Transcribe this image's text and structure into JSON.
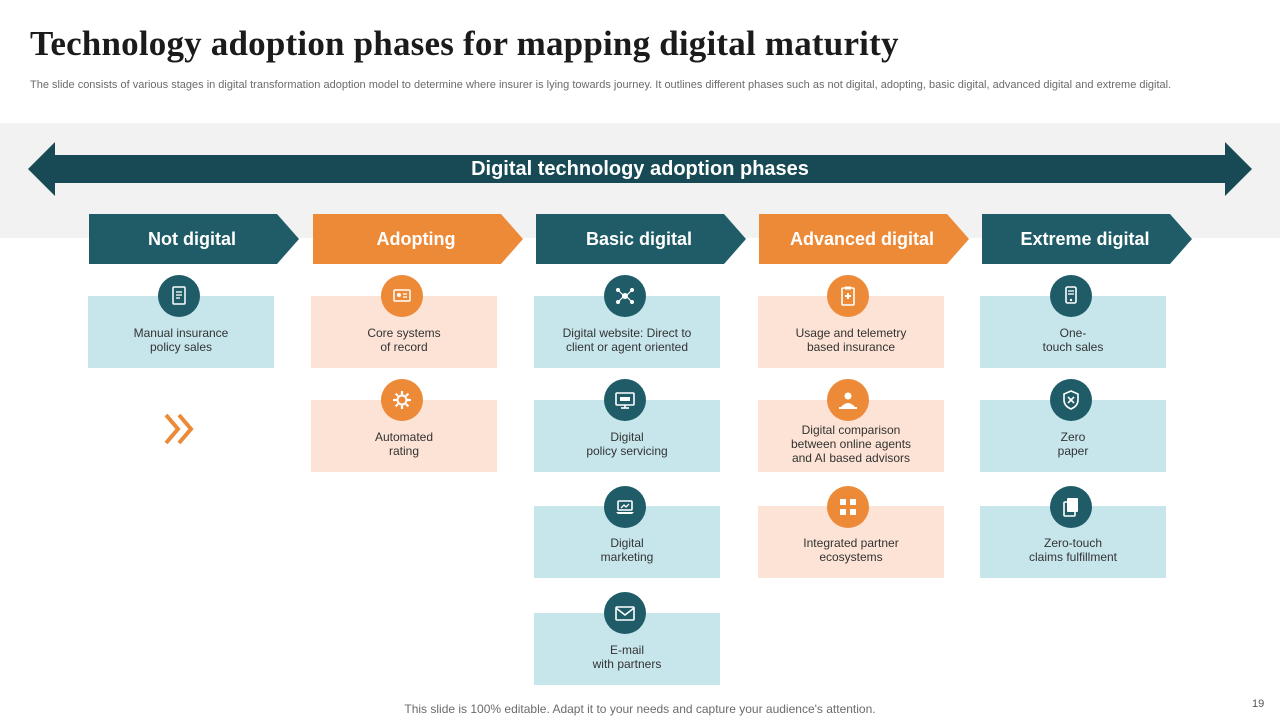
{
  "slide": {
    "title": "Technology adoption phases for mapping digital maturity",
    "subtitle": "The slide consists of various stages in digital transformation adoption model to determine where insurer is lying towards journey. It outlines different phases such as not digital, adopting, basic digital, advanced digital and extreme digital.",
    "banner": "Digital technology adoption phases",
    "footer": "This slide is 100% editable. Adapt it to your needs and capture your audience's attention.",
    "page_number": "19"
  },
  "colors": {
    "teal": "#1f5c68",
    "orange": "#ec8a37",
    "teal_light": "#c7e6ec",
    "orange_light": "#fce3d5",
    "banner": "#174a55"
  },
  "phases": [
    {
      "label": "Not digital",
      "color": "teal",
      "items": [
        {
          "text": "Manual insurance\npolicy sales",
          "icon": "document-icon"
        }
      ]
    },
    {
      "label": "Adopting",
      "color": "orange",
      "items": [
        {
          "text": "Core systems\nof record",
          "icon": "system-icon"
        },
        {
          "text": "Automated\nrating",
          "icon": "gear-icon"
        }
      ]
    },
    {
      "label": "Basic digital",
      "color": "teal",
      "items": [
        {
          "text": "Digital website: Direct to\nclient or agent oriented",
          "icon": "network-icon"
        },
        {
          "text": "Digital\npolicy servicing",
          "icon": "monitor-icon"
        },
        {
          "text": "Digital\nmarketing",
          "icon": "laptop-icon"
        },
        {
          "text": "E-mail\nwith partners",
          "icon": "email-icon"
        }
      ]
    },
    {
      "label": "Advanced digital",
      "color": "orange",
      "items": [
        {
          "text": "Usage and telemetry\nbased insurance",
          "icon": "clipboard-icon"
        },
        {
          "text": "Digital comparison\nbetween online agents\nand AI  based advisors",
          "icon": "agent-icon"
        },
        {
          "text": "Integrated partner\necosystems",
          "icon": "ecosystem-icon"
        }
      ]
    },
    {
      "label": "Extreme digital",
      "color": "teal",
      "items": [
        {
          "text": "One-\ntouch sales",
          "icon": "touch-icon"
        },
        {
          "text": "Zero\npaper",
          "icon": "shield-icon"
        },
        {
          "text": "Zero-touch\nclaims fulfillment",
          "icon": "files-icon"
        }
      ]
    }
  ]
}
